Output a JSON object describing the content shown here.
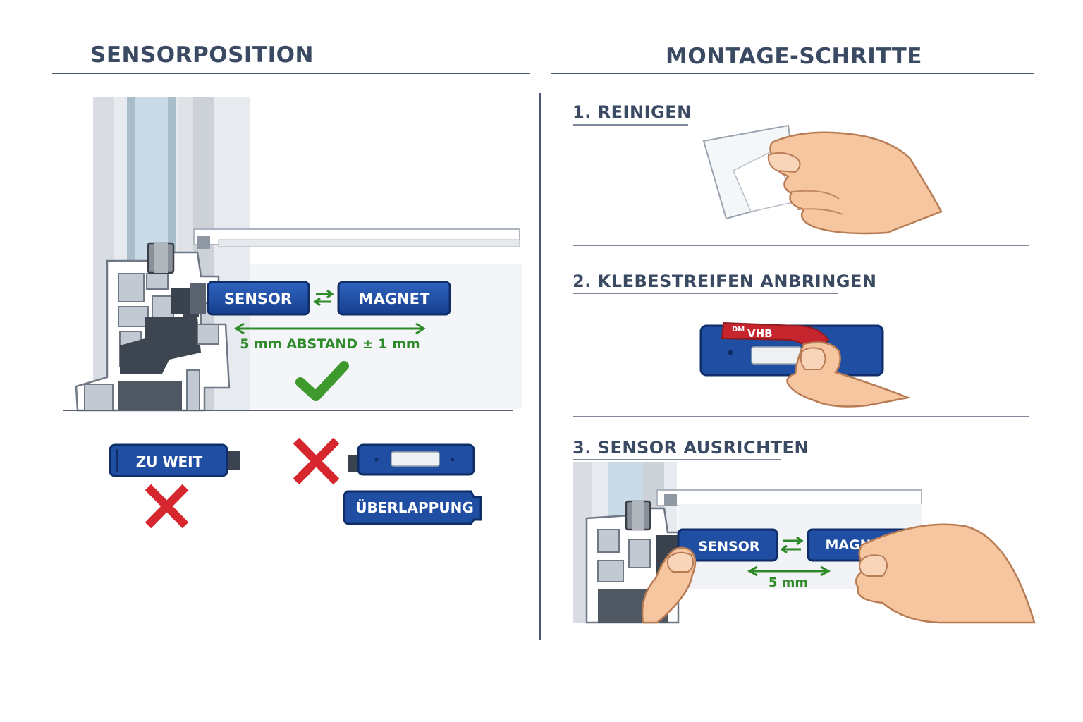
{
  "left": {
    "title": "SENSORPOSITION"
  },
  "right": {
    "title": "MONTAGE-SCHRITTE",
    "steps": [
      {
        "label": "1. REINIGEN"
      },
      {
        "label": "2. KLEBESTREIFEN ANBRINGEN",
        "tape_text": "VHB",
        "tape_brand": "DM"
      },
      {
        "label": "3. SENSOR AUSRICHTEN",
        "sensor_label": "SENSOR",
        "magnet_label": "MAGNET",
        "gap_label": "5 mm"
      }
    ]
  },
  "correct": {
    "sensor_label": "SENSOR",
    "magnet_label": "MAGNET",
    "distance_label": "5 mm ABSTAND ± 1 mm"
  },
  "errors": {
    "too_far_label": "ZU WEIT",
    "overlap_label": "ÜBERLAPPUNG"
  },
  "colors": {
    "sensor_blue": "#1f4ea3",
    "heading": "#3a4a63",
    "ok_green": "#3f9a2e",
    "error_red": "#d6262e",
    "arrow_green": "#2f8a2a"
  }
}
